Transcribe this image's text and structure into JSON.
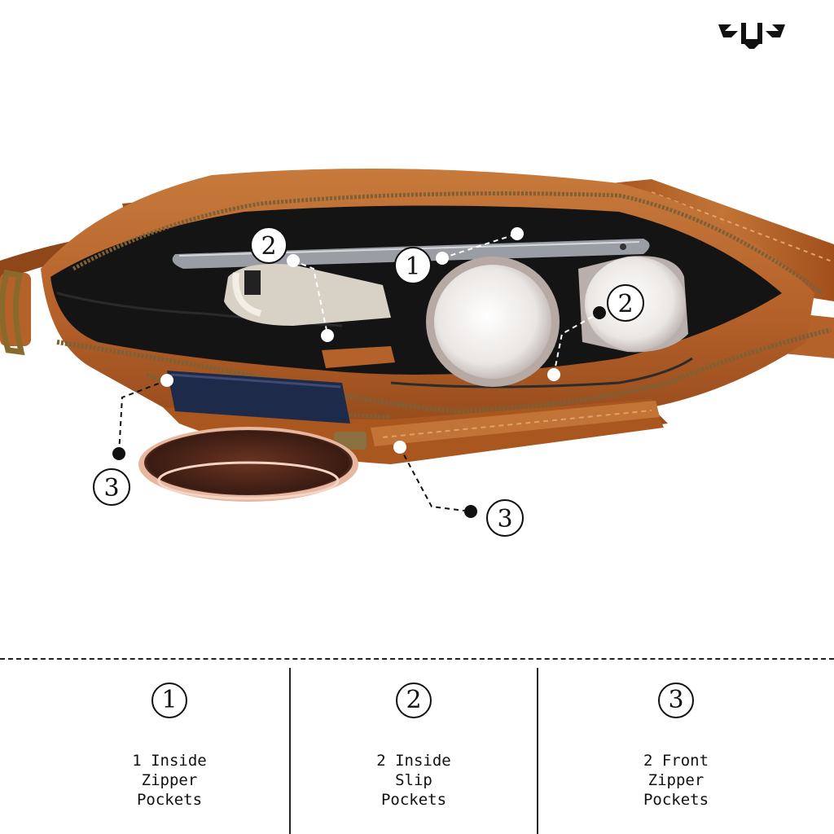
{
  "callouts": [
    {
      "number": "1"
    },
    {
      "number": "2"
    },
    {
      "number": "3"
    }
  ],
  "legend": [
    {
      "number": "1",
      "line1": "1 Inside",
      "line2": "Zipper",
      "line3": "Pockets"
    },
    {
      "number": "2",
      "line1": "2 Inside",
      "line2": "Slip",
      "line3": "Pockets"
    },
    {
      "number": "3",
      "line1": "2 Front",
      "line2": "Zipper",
      "line3": "Pockets"
    }
  ],
  "colors": {
    "leather": "#b8652a",
    "leather_dark": "#7a3a12",
    "lining": "#141414",
    "zipper": "#8a6a3a",
    "callout_line": "#111111",
    "background": "#ffffff"
  },
  "icons": {
    "logo": "brand-monogram-logo"
  }
}
